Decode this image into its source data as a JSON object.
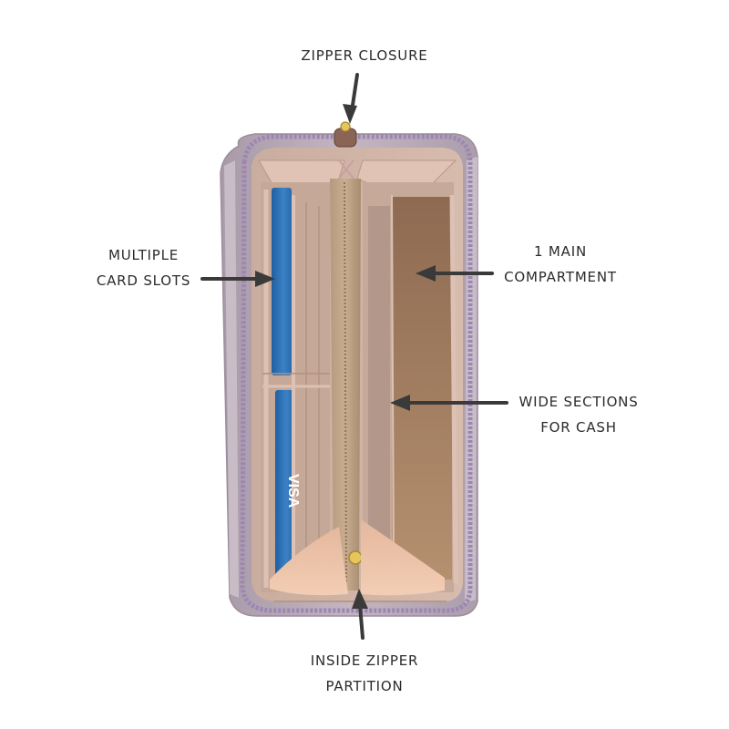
{
  "annotations": {
    "zipper_closure": {
      "line1": "ZIPPER CLOSURE"
    },
    "card_slots": {
      "line1": "MULTIPLE",
      "line2": "CARD SLOTS"
    },
    "main_compartment": {
      "line1": "1 MAIN",
      "line2": "COMPARTMENT"
    },
    "wide_sections": {
      "line1": "WIDE SECTIONS",
      "line2": "FOR CASH"
    },
    "inside_zipper": {
      "line1": "INSIDE ZIPPER",
      "line2": "PARTITION"
    }
  },
  "card_brand": "VISA",
  "colors": {
    "outer_shell": "#b8a9b6",
    "zipper_trim": "#9b86b4",
    "lining": "#d2b5a6",
    "inner_dark": "#a47b5f",
    "card_blue": "#2f73b8",
    "label_text": "#2b2b2b",
    "arrow": "#3a3a3a"
  }
}
